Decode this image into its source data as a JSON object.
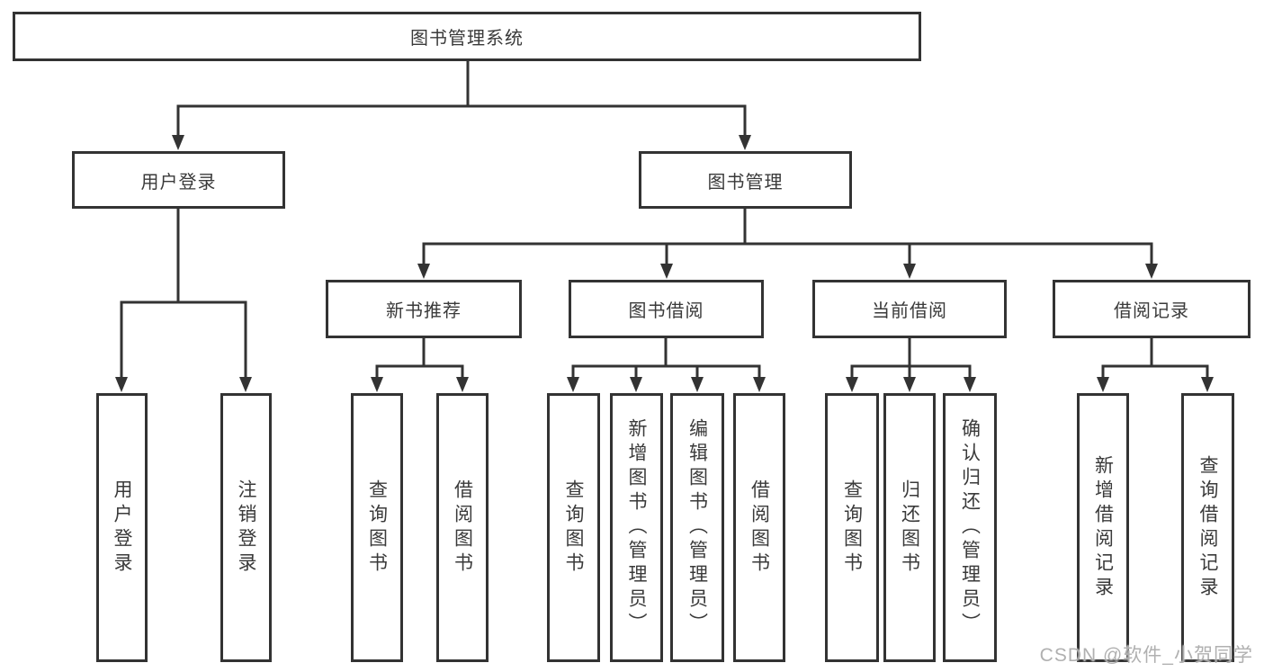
{
  "tree": {
    "root": "图书管理系统",
    "branches": [
      {
        "label": "用户登录",
        "children": [
          "用户登录",
          "注销登录"
        ]
      },
      {
        "label": "图书管理",
        "groups": [
          {
            "label": "新书推荐",
            "children": [
              "查询图书",
              "借阅图书"
            ]
          },
          {
            "label": "图书借阅",
            "children": [
              "查询图书",
              "新增图书（管理员）",
              "编辑图书（管理员）",
              "借阅图书"
            ]
          },
          {
            "label": "当前借阅",
            "children": [
              "查询图书",
              "归还图书",
              "确认归还（管理员）"
            ]
          },
          {
            "label": "借阅记录",
            "children": [
              "新增借阅记录",
              "查询借阅记录"
            ]
          }
        ]
      }
    ]
  },
  "watermark": "CSDN @软件_小贺同学",
  "colors": {
    "line": "#333333",
    "text": "#3a3a3a",
    "background": "#ffffff",
    "watermark": "#acacac"
  }
}
